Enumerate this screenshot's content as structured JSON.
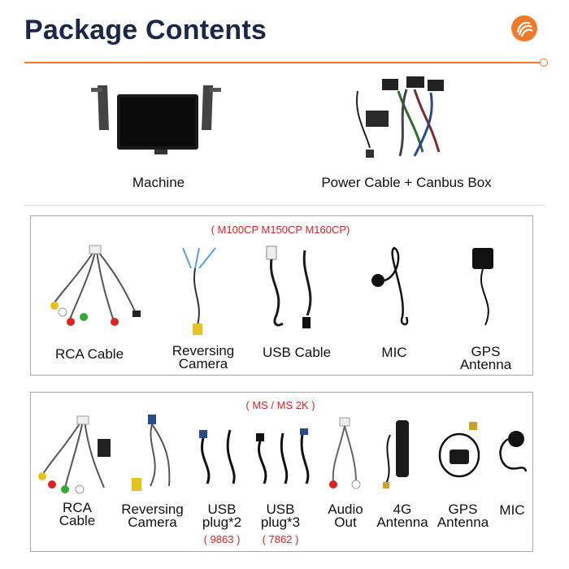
{
  "header": {
    "title": "Package Contents"
  },
  "top_items": [
    {
      "label": "Machine"
    },
    {
      "label": "Power Cable + Canbus Box"
    }
  ],
  "section1": {
    "subtitle": "( M100CP M150CP M160CP)",
    "items": [
      {
        "label": "RCA Cable"
      },
      {
        "label": "Reversing Camera"
      },
      {
        "label": "USB Cable"
      },
      {
        "label": "MIC"
      },
      {
        "label": "GPS Antenna"
      }
    ]
  },
  "section2": {
    "subtitle": "( MS / MS 2K )",
    "items": [
      {
        "label": "RCA Cable"
      },
      {
        "label": "Reversing Camera"
      },
      {
        "label": "USB plug*2",
        "note": "( 9863 )"
      },
      {
        "label": "USB plug*3",
        "note": "( 7862 )"
      },
      {
        "label": "Audio Out"
      },
      {
        "label": "4G Antenna"
      },
      {
        "label": "GPS Antenna"
      },
      {
        "label": "MIC"
      }
    ]
  },
  "colors": {
    "title": "#1b2748",
    "accent": "#f07a2a",
    "subtitle": "#e02020"
  }
}
